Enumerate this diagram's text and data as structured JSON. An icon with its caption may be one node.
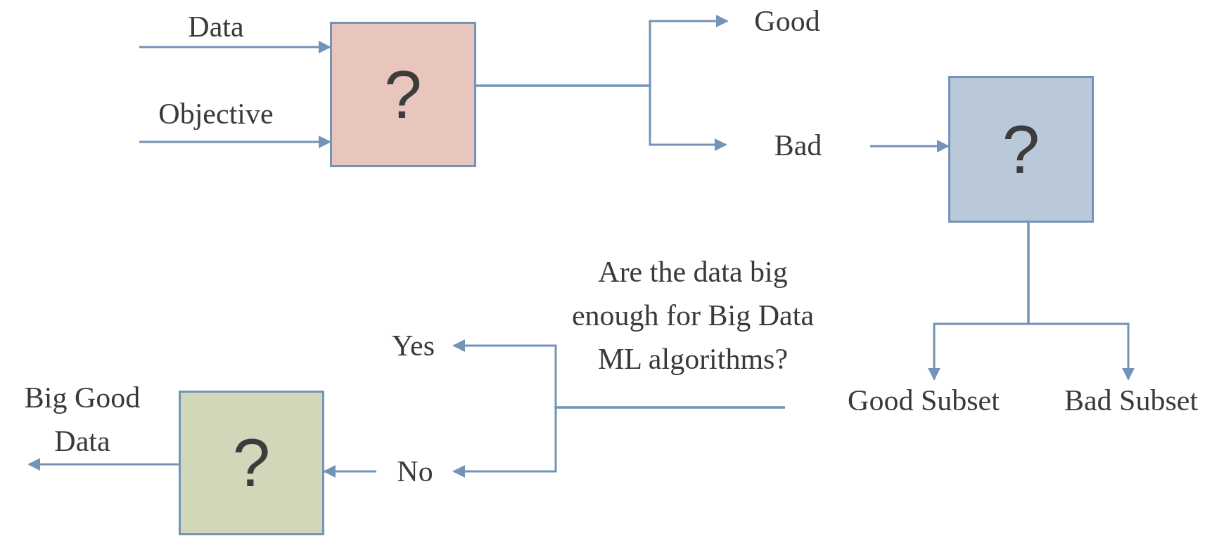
{
  "diagram": {
    "nodes": [
      {
        "text": [
          "?"
        ]
      },
      {
        "text": [
          "Good"
        ]
      },
      {
        "text": [
          "Bad"
        ]
      },
      {
        "text": [
          "?"
        ]
      },
      {
        "text": [
          "Good Subset"
        ]
      },
      {
        "text": [
          "Bad Subset"
        ]
      },
      {
        "text": [
          "Are the data big enough for Big Data ML algorithms?"
        ]
      },
      {
        "text": [
          "Yes"
        ]
      },
      {
        "text": [
          "No"
        ]
      },
      {
        "text": [
          "?"
        ]
      }
    ],
    "edges": [
      {
        "from": null,
        "to": 0,
        "arrow": "to",
        "label": "Data"
      },
      {
        "from": null,
        "to": 0,
        "arrow": "to",
        "label": "Objective"
      },
      {
        "from": 0,
        "to": 1,
        "arrow": "to"
      },
      {
        "from": 0,
        "to": 2,
        "arrow": "to"
      },
      {
        "from": 2,
        "to": 3,
        "arrow": "to"
      },
      {
        "from": 3,
        "to": 4,
        "arrow": "to"
      },
      {
        "from": 3,
        "to": 5,
        "arrow": "to"
      },
      {
        "from": 6,
        "to": 7,
        "arrow": "to"
      },
      {
        "from": 6,
        "to": 8,
        "arrow": "to"
      },
      {
        "from": 8,
        "to": 9,
        "arrow": "to"
      },
      {
        "from": 9,
        "to": null,
        "arrow": "to",
        "label": "Big Good Data"
      }
    ]
  }
}
